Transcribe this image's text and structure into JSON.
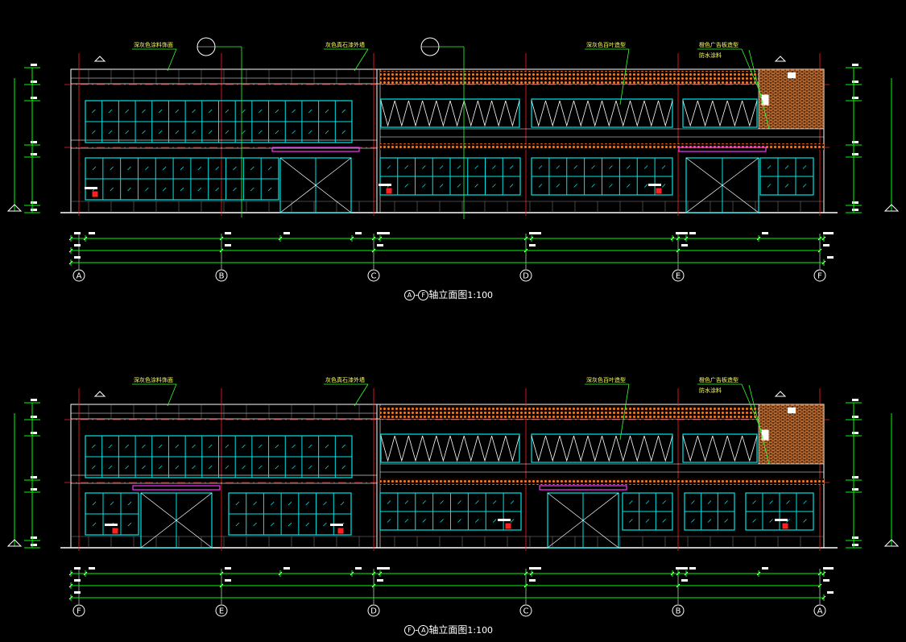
{
  "colors": {
    "background": "#000000",
    "outline": "#ffffff",
    "grid_axis": "#ff2020",
    "glazing": "#00e5e5",
    "dimension": "#00ff00",
    "cladding": "#ff7a1a",
    "sign_band": "#ff33ff",
    "leader": "#33ff33",
    "fixture": "#ff2020",
    "annotation": "#ffff66"
  },
  "icons": [
    "axis-bubble-icon",
    "elevation-mark-icon",
    "fire-equipment-icon"
  ],
  "elevations": [
    {
      "id": "front",
      "title": {
        "from_axis": "A",
        "to_axis": "F",
        "joiner": "-",
        "main": "轴立面图",
        "scale": "1:100"
      },
      "axes": [
        "A",
        "B",
        "C",
        "D",
        "E",
        "F"
      ],
      "annotations": [
        "深灰色涂料饰面",
        "灰色真石漆外墙",
        "深灰色百叶造型",
        "橙色广告板造型",
        "防水涂料"
      ]
    },
    {
      "id": "rear",
      "title": {
        "from_axis": "F",
        "to_axis": "A",
        "joiner": "-",
        "main": "轴立面图",
        "scale": "1:100"
      },
      "axes": [
        "F",
        "E",
        "D",
        "C",
        "B",
        "A"
      ],
      "annotations": [
        "深灰色涂料饰面",
        "灰色真石漆外墙",
        "深灰色百叶造型",
        "橙色广告板造型",
        "防水涂料"
      ]
    }
  ]
}
